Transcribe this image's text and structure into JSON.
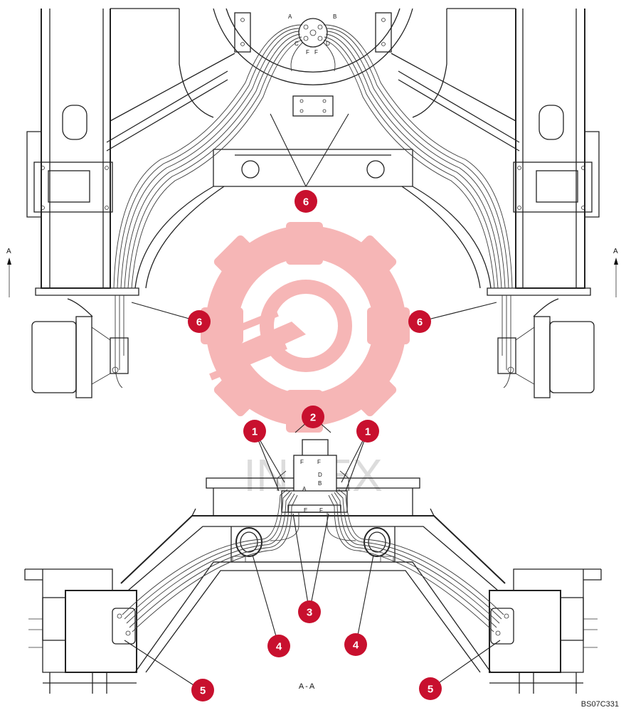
{
  "view_label": "A-A",
  "section_marker": "A",
  "drawing_id": "BS07C331",
  "watermark_text": "INDEX",
  "connector_letters": [
    "A",
    "B",
    "C",
    "D",
    "E",
    "F"
  ],
  "colors": {
    "callout": "#c8102e",
    "watermark": "#f4a5a5",
    "line": "#222222"
  },
  "callouts": [
    {
      "id": "c6-top",
      "number": "6"
    },
    {
      "id": "c6-left",
      "number": "6"
    },
    {
      "id": "c6-right",
      "number": "6"
    },
    {
      "id": "c2",
      "number": "2"
    },
    {
      "id": "c1-left",
      "number": "1"
    },
    {
      "id": "c1-right",
      "number": "1"
    },
    {
      "id": "c3",
      "number": "3"
    },
    {
      "id": "c4-left",
      "number": "4"
    },
    {
      "id": "c4-right",
      "number": "4"
    },
    {
      "id": "c5-left",
      "number": "5"
    },
    {
      "id": "c5-right",
      "number": "5"
    }
  ]
}
